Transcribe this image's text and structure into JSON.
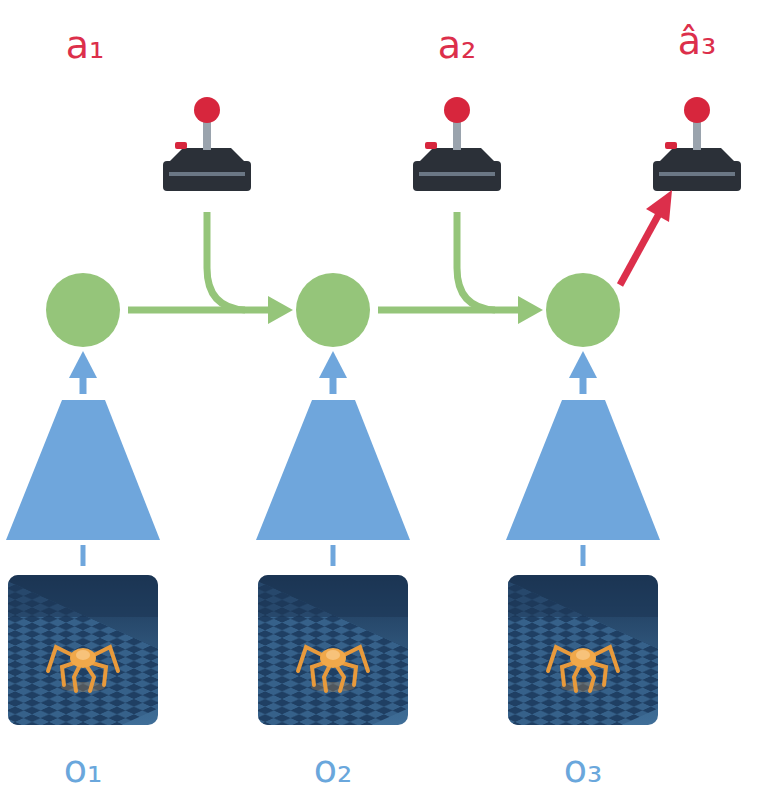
{
  "diagram": {
    "labels": [
      "a₁",
      "a₂",
      "â₃",
      "o₁",
      "o₂",
      "o₃"
    ]
  }
}
